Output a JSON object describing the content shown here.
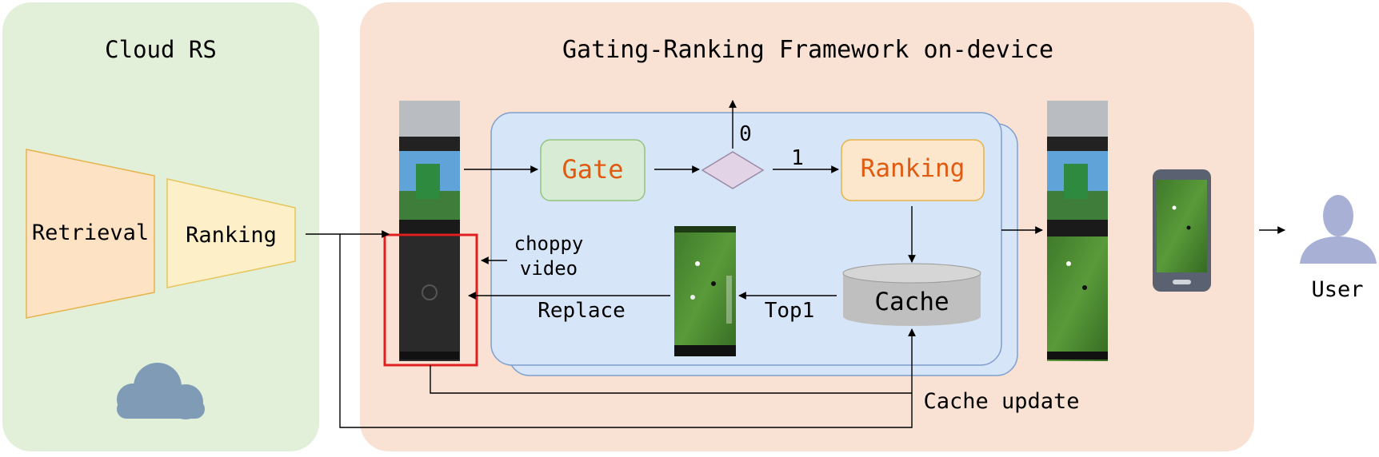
{
  "colors": {
    "cloud_panel": "#e2efd9",
    "device_panel": "#f9e2d4",
    "framework_box": "#d6e5f7",
    "framework_border": "#7f9fcf",
    "gate_fill": "#d8ecd5",
    "gate_border": "#93c47d",
    "ranking_fill": "#fde7cc",
    "ranking_border": "#e6b34a",
    "accent_text": "#e05a12",
    "decision_fill": "#e3d3e6",
    "retrieval_fill": "#fde2c4",
    "cloud_ranking_fill": "#fdf0c9",
    "cache_fill": "#bfbfbf",
    "choppy_border": "#e02020",
    "user_icon": "#a9b0d6",
    "cloud_icon": "#7f9bb5",
    "line": "#000000"
  },
  "cloud_rs": {
    "title": "Cloud RS",
    "retrieval_label": "Retrieval",
    "ranking_label": "Ranking",
    "icon": "cloud-icon"
  },
  "framework": {
    "title": "Gating-Ranking Framework on-device",
    "gate_label": "Gate",
    "ranking_label": "Ranking",
    "decision_icon": "diamond-icon",
    "branch_zero": "0",
    "branch_one": "1",
    "cache_label": "Cache",
    "top1_label": "Top1",
    "replace_label": "Replace",
    "choppy_label_line1": "choppy",
    "choppy_label_line2": "video",
    "cache_update_label": "Cache update"
  },
  "user": {
    "label": "User",
    "icon": "user-icon",
    "device_icon": "smartphone-icon"
  }
}
